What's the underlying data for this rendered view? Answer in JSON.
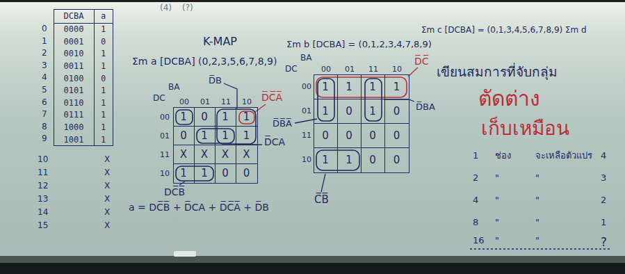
{
  "diagram": {
    "title": "K-MAP",
    "nodes": [
      {
        "text": [
          "DCBA",
          "a",
          "0000",
          "1",
          "0001",
          "0",
          "0010",
          "1",
          "0011",
          "1",
          "0100",
          "0",
          "0101",
          "1",
          "0110",
          "1",
          "0111",
          "1",
          "1000",
          "1",
          "1001",
          "1"
        ]
      },
      {
        "text": [
          "1",
          "0",
          "1",
          "1",
          "0",
          "1",
          "1",
          "1",
          "X",
          "X",
          "X",
          "X",
          "1",
          "1",
          "0",
          "0"
        ]
      },
      {
        "text": [
          "1",
          "1",
          "1",
          "1",
          "1",
          "0",
          "1",
          "0",
          "0",
          "0",
          "0",
          "0",
          "1",
          "1",
          "0",
          "0"
        ]
      }
    ],
    "labels": [
      "(4)",
      "(?)",
      "Σm a [DCBA] (0,2,3,5,6,7,8,9)",
      "Σm b [DCBA] = (0,1,2,3,4,7,8,9)",
      "Σm c [DCBA] = (0,1,3,4,5,6,7,8,9) Σm d",
      "0",
      "1",
      "2",
      "3",
      "4",
      "5",
      "6",
      "7",
      "8",
      "9",
      "10",
      "11",
      "12",
      "13",
      "14",
      "15",
      "X",
      "X",
      "X",
      "X",
      "X",
      "X",
      "BA",
      "DC",
      "00",
      "01",
      "11",
      "10",
      "00",
      "01",
      "11",
      "10",
      "D̅C̅A̅",
      "D̅B",
      "D̅CA",
      "DC̅B̅",
      "a = DC̅B̅ + D̅CA + D̅C̅A̅ + D̅B",
      "BA",
      "DC",
      "00",
      "01",
      "11",
      "10",
      "00",
      "01",
      "11",
      "10",
      "D̅C̅",
      "D̅B̅A̅",
      "D̅BA",
      "C̅B̅",
      "เขียนสมการที่จับกลุ่ม",
      "ตัดต่าง",
      "เก็บเหมือน",
      "1",
      "ช่อง",
      "จะเหลือตัวแปร",
      "4",
      "2",
      "\"",
      "\"",
      "3",
      "4",
      "\"",
      "\"",
      "2",
      "8",
      "\"",
      "\"",
      "1",
      "16",
      "\"",
      "\"",
      "?"
    ]
  }
}
